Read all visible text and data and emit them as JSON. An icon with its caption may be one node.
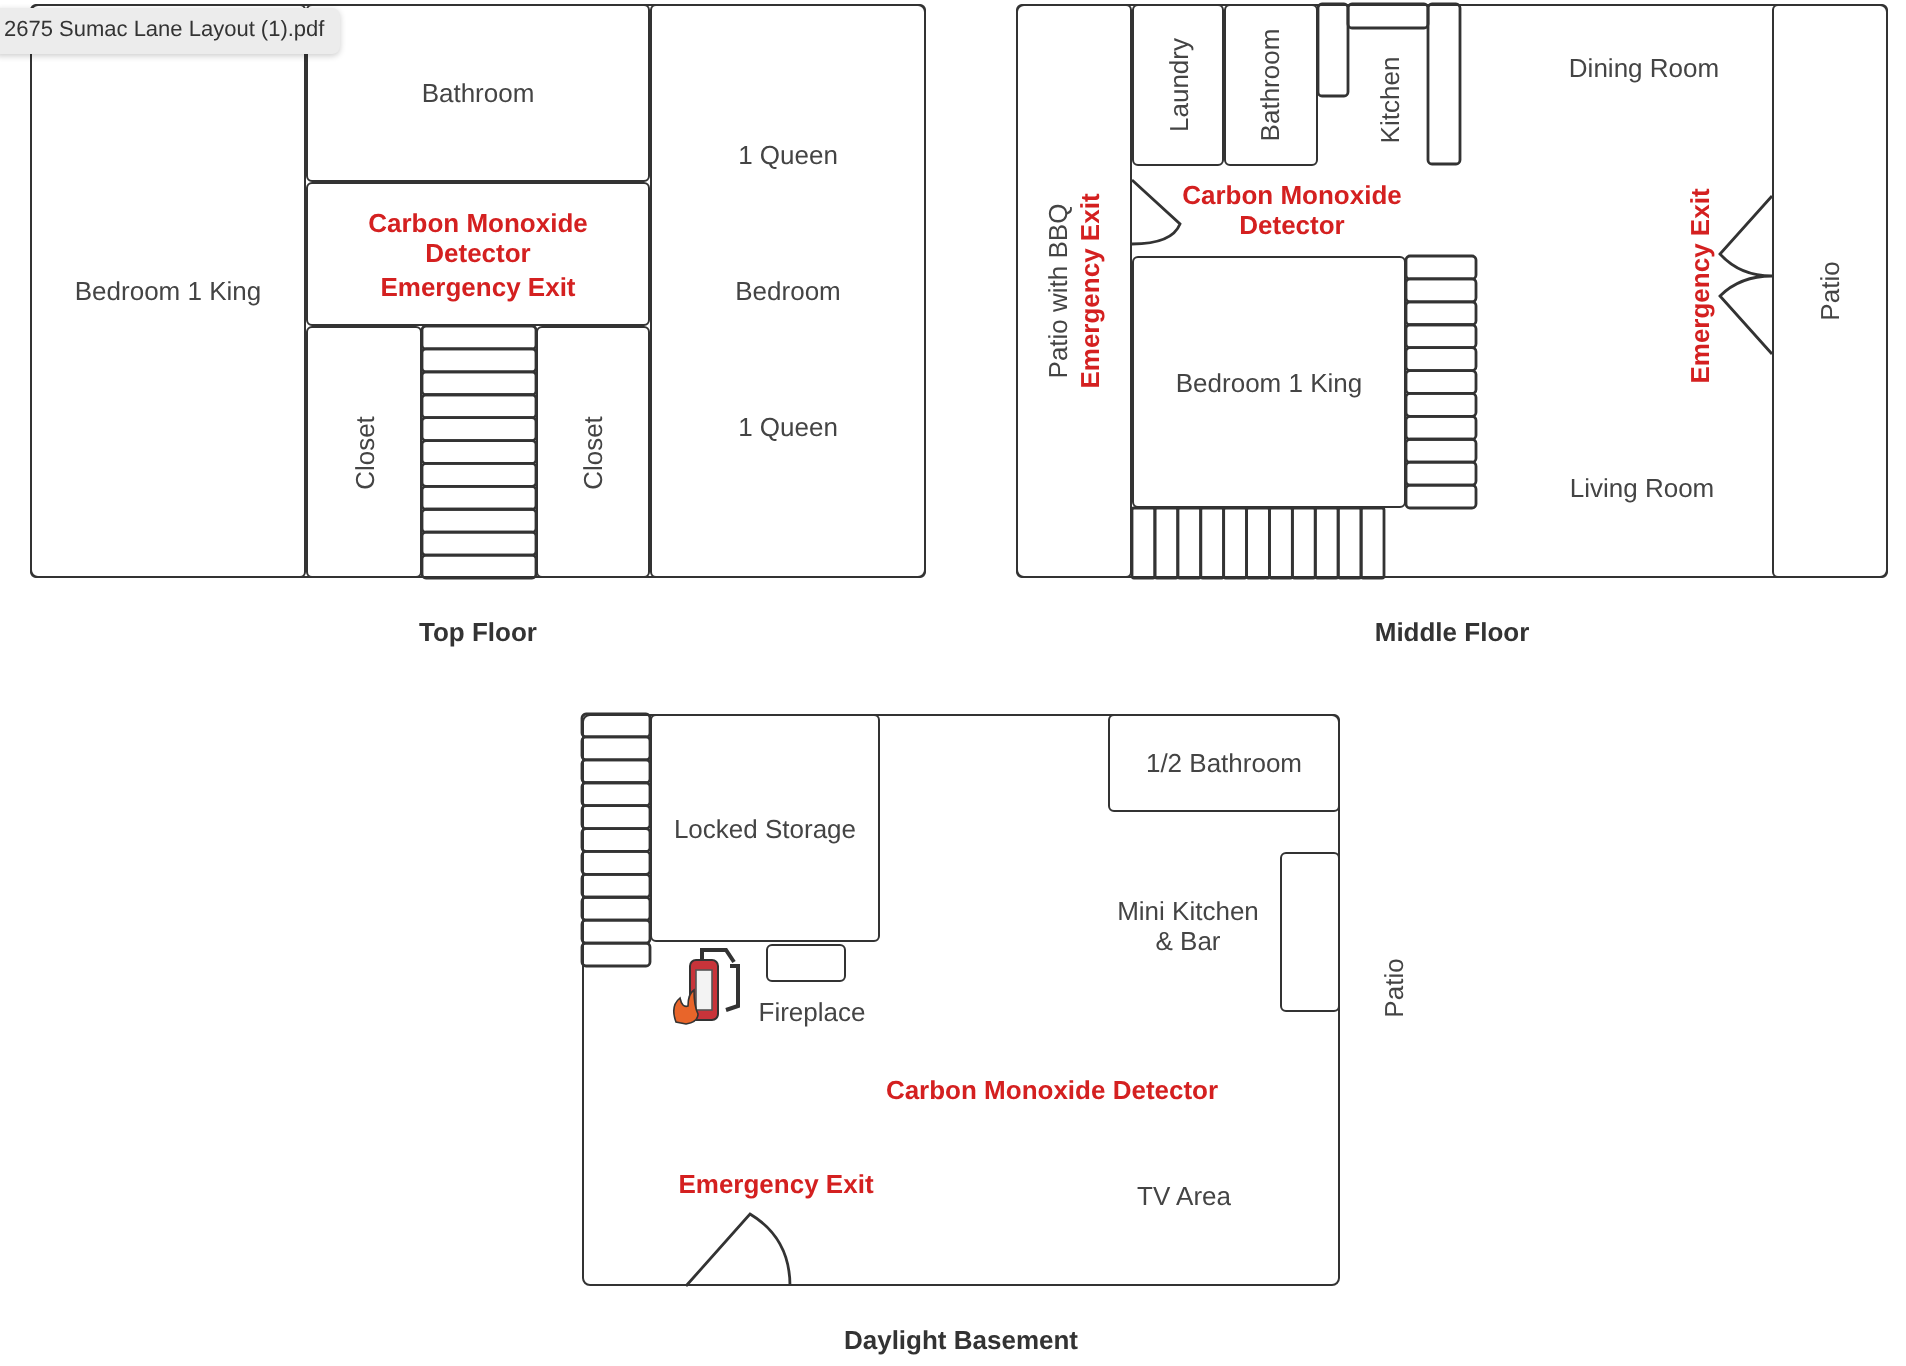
{
  "diagram": {
    "nodes": [
      {
        "text": [
          "Top Floor"
        ]
      },
      {
        "text": [
          "Bedroom 1 King"
        ],
        "in": 0
      },
      {
        "text": [
          "Bathroom"
        ],
        "in": 0
      },
      {
        "text": [
          "Carbon Monoxide Detector",
          "Emergency Exit"
        ],
        "in": 0
      },
      {
        "text": [
          "Closet"
        ],
        "in": 0
      },
      {
        "text": [
          "Closet"
        ],
        "in": 0
      },
      {
        "text": [
          "1 Queen",
          "Bedroom",
          "1 Queen"
        ],
        "in": 0
      },
      {
        "text": [
          "Middle Floor"
        ]
      },
      {
        "text": [
          "Patio with BBQ",
          "Emergency Exit"
        ],
        "in": 7
      },
      {
        "text": [
          "Laundry"
        ],
        "in": 7
      },
      {
        "text": [
          "Bathroom"
        ],
        "in": 7
      },
      {
        "text": [
          "Bedroom 1 King"
        ],
        "in": 7
      },
      {
        "text": [
          "Patio"
        ],
        "in": 7
      },
      {
        "text": [
          "Daylight Basement"
        ]
      },
      {
        "text": [
          "Locked Storage"
        ],
        "in": 13
      },
      {
        "text": [],
        "shape": "box",
        "beside": [
          "Fireplace"
        ],
        "in": 13
      },
      {
        "text": [
          "1/2 Bathroom"
        ],
        "in": 13
      },
      {
        "text": [],
        "shape": "box",
        "in": 13
      }
    ],
    "labels": [
      "2675 Sumac Lane Layout (1).pdf",
      "Kitchen",
      "Dining Room",
      "Carbon Monoxide Detector",
      "Emergency Exit",
      "Living Room",
      "Mini Kitchen & Bar",
      "Patio",
      "Carbon Monoxide Detector",
      "Emergency Exit",
      "TV Area"
    ]
  }
}
